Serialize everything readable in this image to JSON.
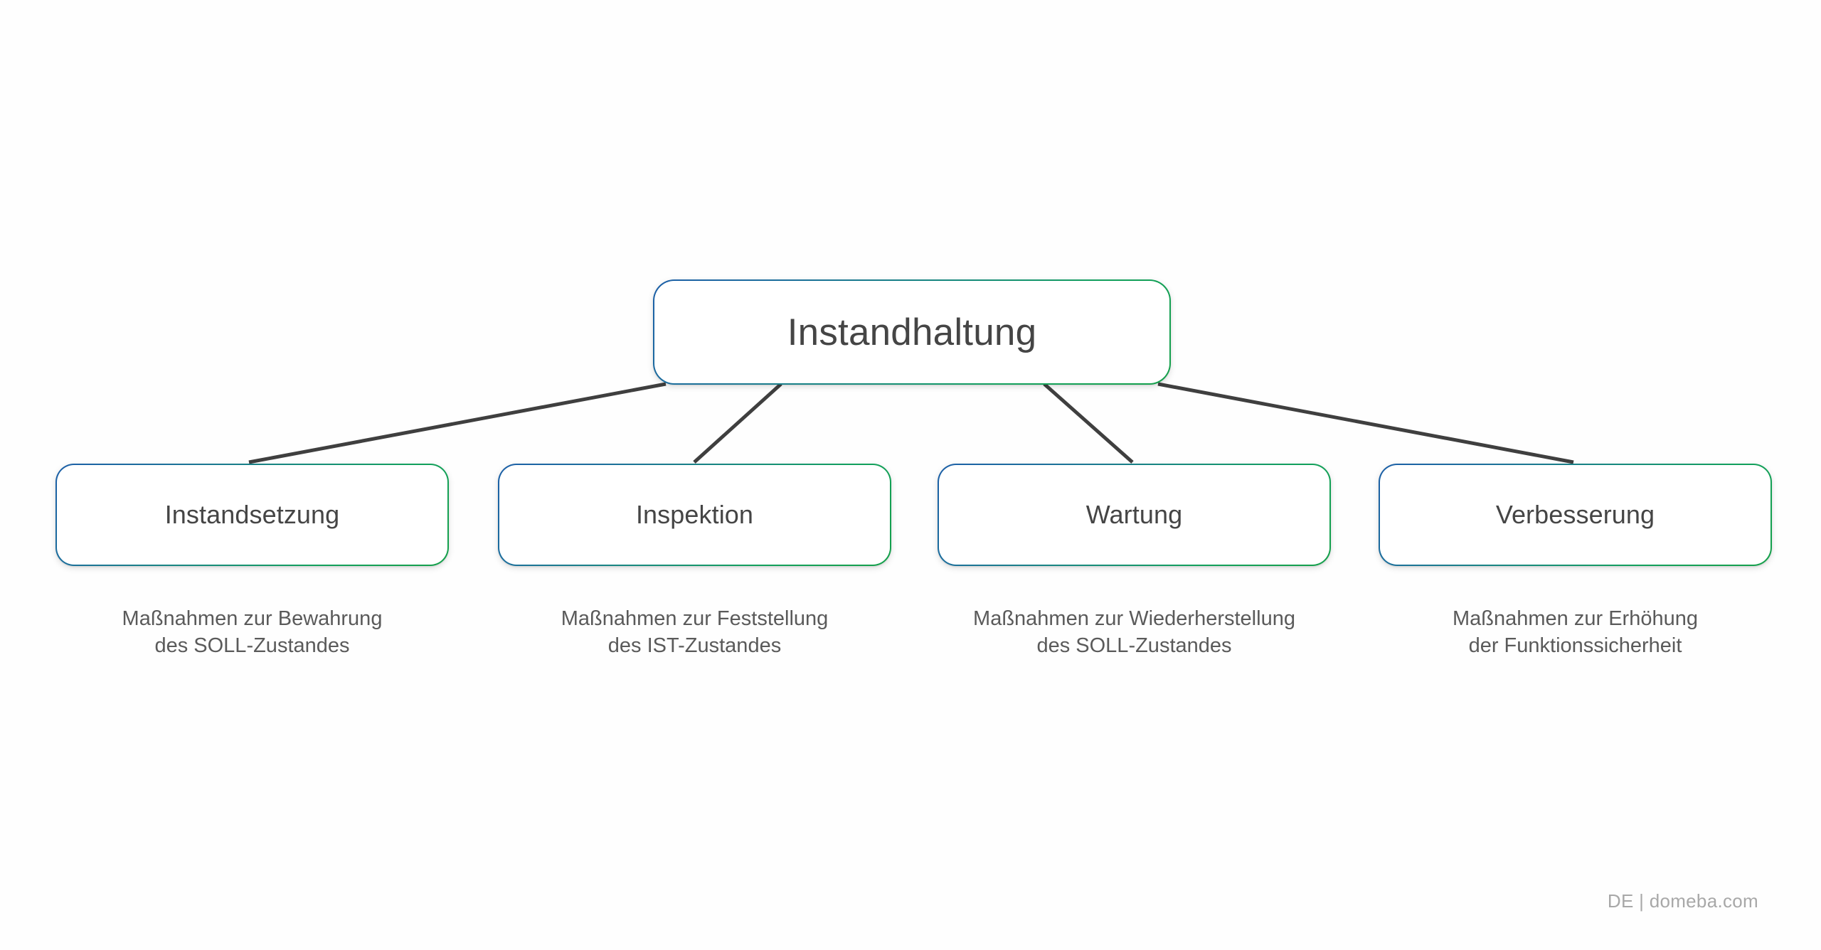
{
  "diagram": {
    "title_node": {
      "label": "Instandhaltung",
      "border_gradient_from": "#1c5fa8",
      "border_gradient_to": "#15a04a"
    },
    "children": [
      {
        "label": "Instandsetzung",
        "caption_line1": "Maßnahmen zur Bewahrung",
        "caption_line2": "des SOLL-Zustandes"
      },
      {
        "label": "Inspektion",
        "caption_line1": "Maßnahmen zur Feststellung",
        "caption_line2": "des IST-Zustandes"
      },
      {
        "label": "Wartung",
        "caption_line1": "Maßnahmen zur Wiederherstellung",
        "caption_line2": "des SOLL-Zustandes"
      },
      {
        "label": "Verbesserung",
        "caption_line1": "Maßnahmen zur Erhöhung",
        "caption_line2": "der Funktionssicherheit"
      }
    ],
    "connector_color": "#3f3f3f",
    "text_color": "#454545",
    "caption_color": "#5a5a5a"
  },
  "footer": {
    "text": "DE | domeba.com",
    "color": "#a8a8a8"
  }
}
